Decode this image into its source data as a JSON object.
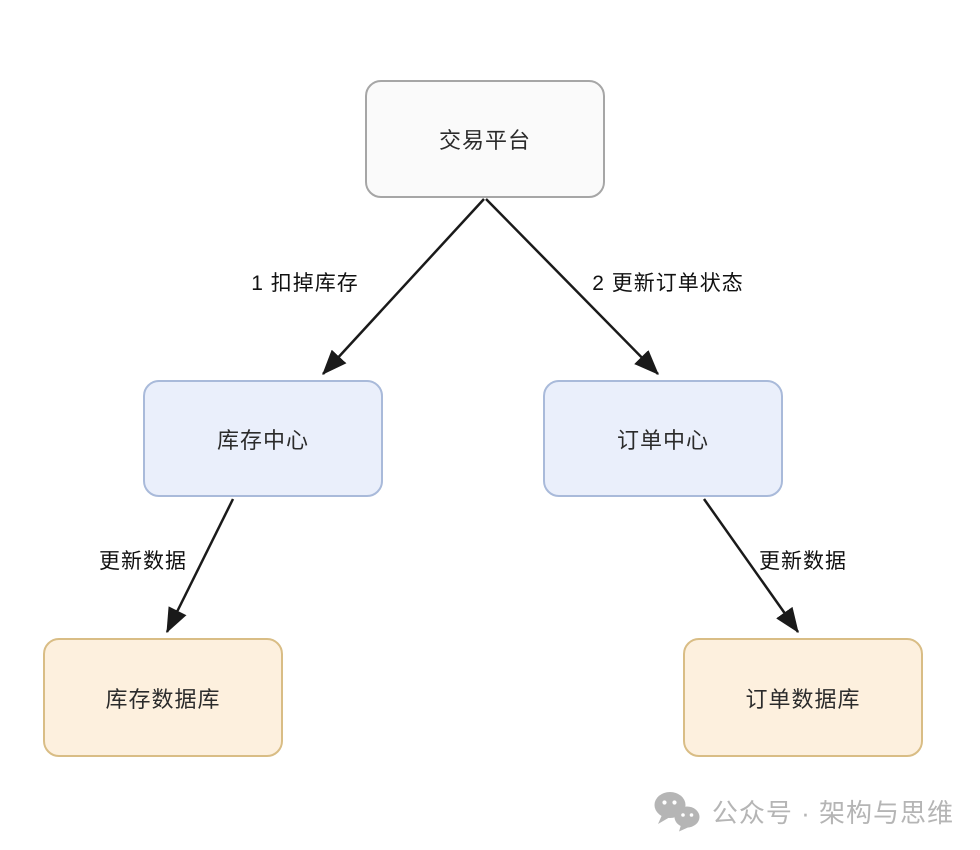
{
  "diagram": {
    "nodes": {
      "platform": {
        "label": "交易平台"
      },
      "inventory_center": {
        "label": "库存中心"
      },
      "order_center": {
        "label": "订单中心"
      },
      "inventory_db": {
        "label": "库存数据库"
      },
      "order_db": {
        "label": "订单数据库"
      }
    },
    "edges": {
      "deduct_inventory": {
        "label": "1 扣掉库存"
      },
      "update_order_status": {
        "label": "2 更新订单状态"
      },
      "update_inventory_data": {
        "label": "更新数据"
      },
      "update_order_data": {
        "label": "更新数据"
      }
    },
    "colors": {
      "node_platform_fill": "#fafafa",
      "node_platform_border": "#a6a6a6",
      "node_center_fill": "#eaeffb",
      "node_center_border": "#a9bada",
      "node_db_fill": "#fdf0de",
      "node_db_border": "#d9bd85",
      "arrow": "#1a1a1a",
      "watermark": "#b5b5b5"
    }
  },
  "watermark": {
    "text": "公众号 · 架构与思维"
  }
}
